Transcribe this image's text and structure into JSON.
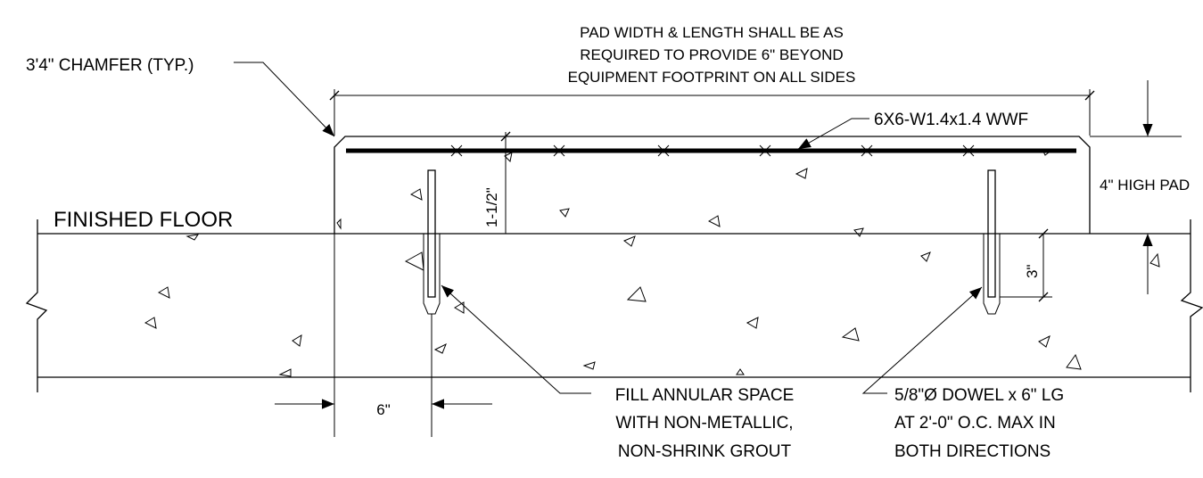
{
  "notes": {
    "chamfer": "3'4\" CHAMFER (TYP.)",
    "pad_size_line1": "PAD WIDTH & LENGTH SHALL BE AS",
    "pad_size_line2": "REQUIRED TO PROVIDE 6\" BEYOND",
    "pad_size_line3": "EQUIPMENT FOOTPRINT ON ALL SIDES",
    "mesh": "6X6-W1.4x1.4 WWF",
    "finished_floor": "FINISHED FLOOR",
    "pad_height": "4\" HIGH PAD",
    "mesh_depth": "1-1/2\"",
    "dowel_embed": "3\"",
    "edge_offset": "6\"",
    "grout_line1": "FILL ANNULAR SPACE",
    "grout_line2": "WITH NON-METALLIC,",
    "grout_line3": "NON-SHRINK GROUT",
    "dowel_line1": "5/8\"Ø DOWEL x 6\" LG",
    "dowel_line2": "AT 2'-0\" O.C. MAX IN",
    "dowel_line3": "BOTH DIRECTIONS"
  }
}
